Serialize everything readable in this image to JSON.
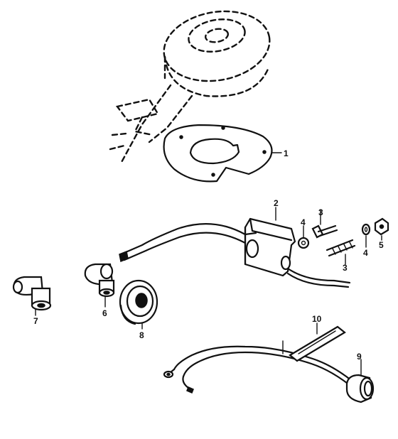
{
  "diagram": {
    "callouts": [
      {
        "id": "c1",
        "text": "1"
      },
      {
        "id": "c2",
        "text": "2"
      },
      {
        "id": "c3a",
        "text": "3"
      },
      {
        "id": "c3b",
        "text": "3"
      },
      {
        "id": "c4a",
        "text": "4"
      },
      {
        "id": "c4b",
        "text": "4"
      },
      {
        "id": "c5",
        "text": "5"
      },
      {
        "id": "c6",
        "text": "6"
      },
      {
        "id": "c7",
        "text": "7"
      },
      {
        "id": "c8",
        "text": "8"
      },
      {
        "id": "c9",
        "text": "9"
      },
      {
        "id": "c10",
        "text": "10"
      }
    ]
  }
}
